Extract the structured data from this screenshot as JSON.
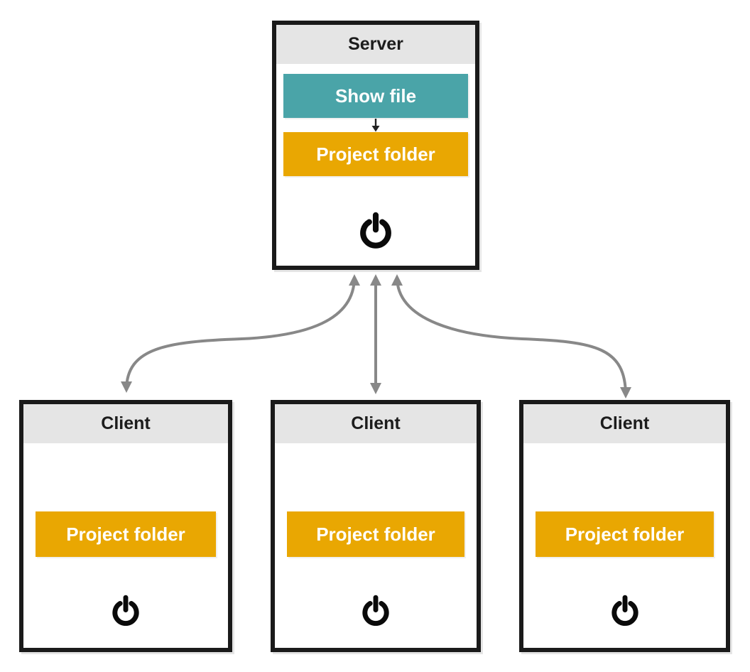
{
  "server": {
    "title": "Server",
    "show_file_label": "Show file",
    "project_folder_label": "Project folder"
  },
  "clients": [
    {
      "title": "Client",
      "project_folder_label": "Project folder"
    },
    {
      "title": "Client",
      "project_folder_label": "Project folder"
    },
    {
      "title": "Client",
      "project_folder_label": "Project folder"
    }
  ],
  "icons": {
    "power": "⏻",
    "down_arrow": "↓"
  },
  "colors": {
    "box_border": "#1A1A1A",
    "header_bg": "#E5E5E5",
    "teal_button": "#4AA4A8",
    "amber_button": "#E9A702",
    "arrow_gray": "#888888",
    "title_text": "#1C1C1C",
    "button_text": "#FFFFFF",
    "icon_black": "#0A0A0A",
    "page_bg": "#FFFFFF"
  }
}
